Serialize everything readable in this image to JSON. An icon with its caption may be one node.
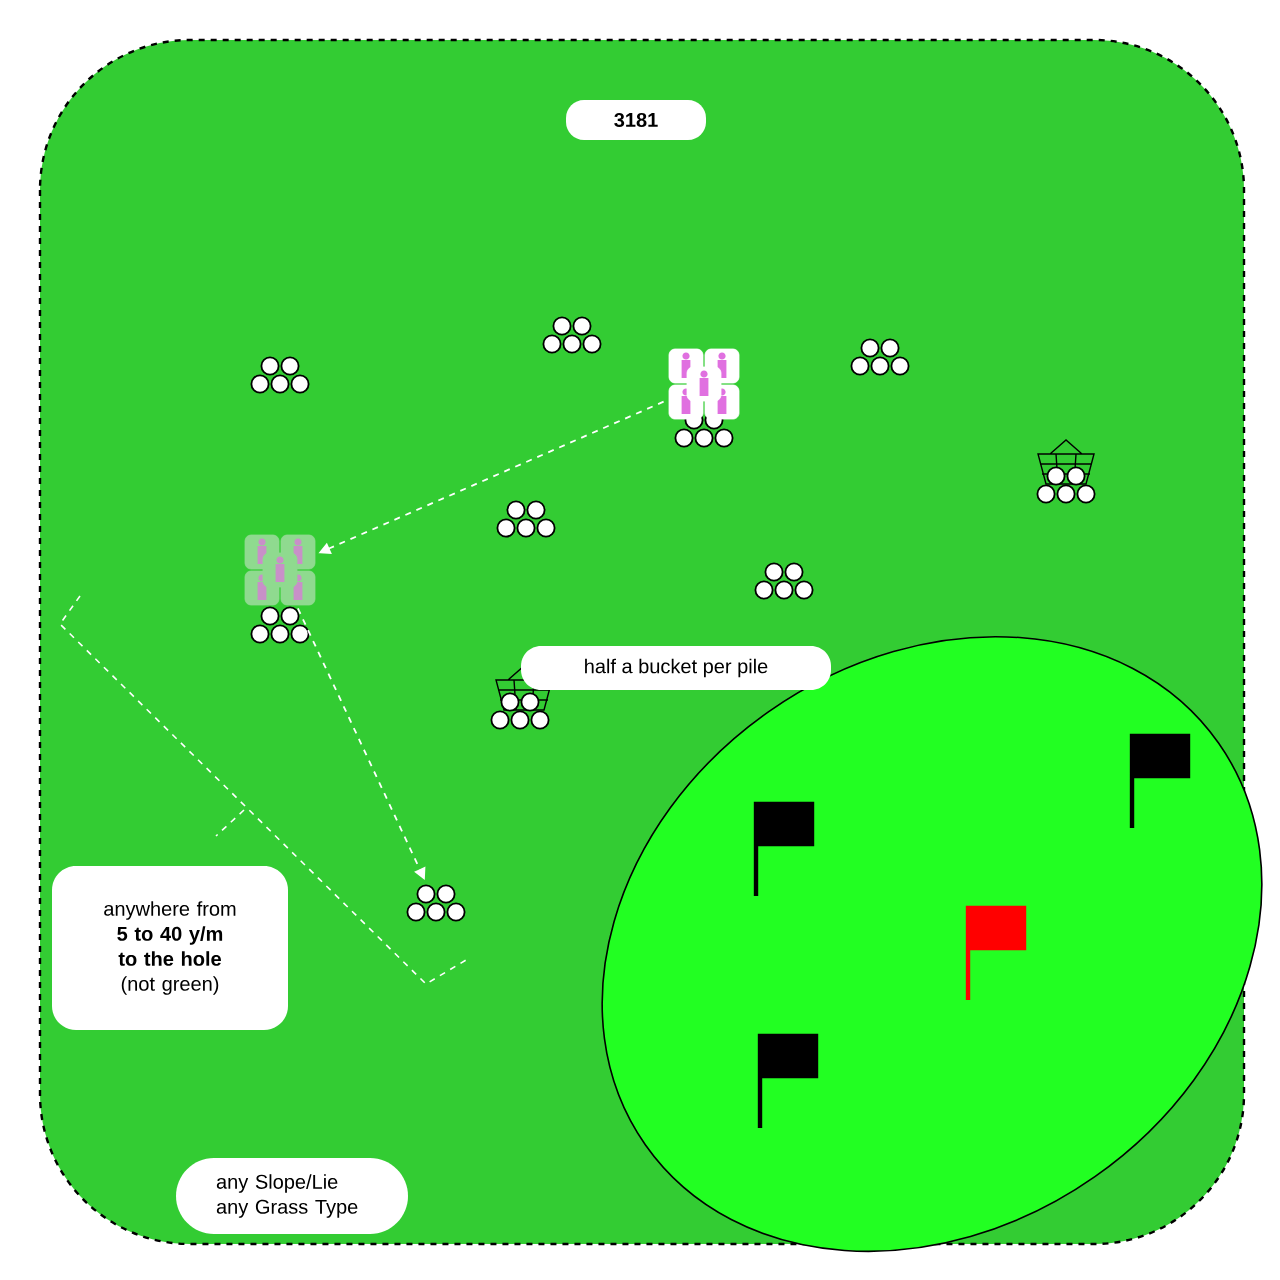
{
  "diagram": {
    "title": "3181",
    "nodes": [
      {
        "text": [],
        "shape": "person"
      },
      {
        "text": [],
        "shape": "person"
      },
      {
        "text": [
          "half a bucket per pile"
        ]
      },
      {
        "text": [],
        "shape": "circle"
      },
      {
        "text": [
          "anywhere from **5 to 40 y/m to the hole** (not green)"
        ]
      },
      {
        "text": [
          "any Slope/Lie any Grass Type"
        ]
      }
    ],
    "edges": [
      {
        "from": 0,
        "to": 1,
        "arrow": "to",
        "style": "dashed"
      },
      {
        "from": 1,
        "to": 3,
        "arrow": "to",
        "style": "dashed"
      }
    ]
  }
}
